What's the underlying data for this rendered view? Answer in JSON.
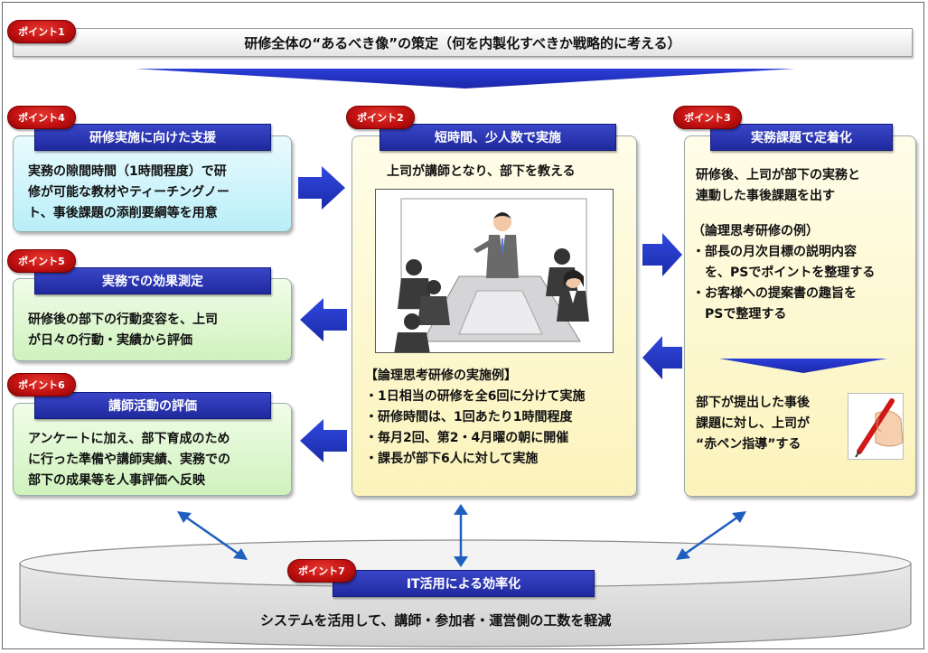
{
  "top": {
    "badge": "ポイント1",
    "text": "研修全体の“あるべき像”の策定（何を内製化すべきか戦略的に考える）"
  },
  "point4": {
    "badge": "ポイント4",
    "title": "研修実施に向けた支援",
    "lines": [
      "実務の隙間時間（1時間程度）で研",
      "修が可能な教材やティーチングノー",
      "ト、事後課題の添削要綱等を用意"
    ]
  },
  "point5": {
    "badge": "ポイント5",
    "title": "実務での効果測定",
    "lines": [
      "研修後の部下の行動変容を、上司",
      "が日々の行動・実績から評価"
    ]
  },
  "point6": {
    "badge": "ポイント6",
    "title": "講師活動の評価",
    "lines": [
      "アンケートに加え、部下育成のため",
      "に行った準備や講師実績、実務での",
      "部下の成果等を人事評価へ反映"
    ]
  },
  "point2": {
    "badge": "ポイント2",
    "title": "短時間、少人数で実施",
    "subtitle": "上司が講師となり、部下を教える",
    "example_heading": "【論理思考研修の実施例】",
    "items": [
      "・1日相当の研修を全6回に分けて実施",
      "・研修時間は、1回あたり1時間程度",
      "・毎月2回、第2・4月曜の朝に開催",
      "・課長が部下6人に対して実施"
    ]
  },
  "point3": {
    "badge": "ポイント3",
    "title": "実務課題で定着化",
    "lines": [
      "研修後、上司が部下の実務と",
      "連動した事後課題を出す"
    ],
    "example_heading": "（論理思考研修の例）",
    "items": [
      "・部長の月次目標の説明内容",
      "　を、PSでポイントを整理する",
      "・お客様への提案書の趣旨を",
      "　PSで整理する"
    ],
    "bottom_lines": [
      "部下が提出した事後",
      "課題に対し、上司が",
      "“赤ペン指導”する"
    ]
  },
  "point7": {
    "badge": "ポイント7",
    "title": "IT活用による効率化",
    "text": "システムを活用して、講師・参加者・運営側の工数を軽減"
  },
  "colors": {
    "badge_red": "#c01010",
    "title_blue": "#2a35b5",
    "arrow_blue": "#2a3bd0",
    "connector_blue": "#1f5fbf"
  }
}
